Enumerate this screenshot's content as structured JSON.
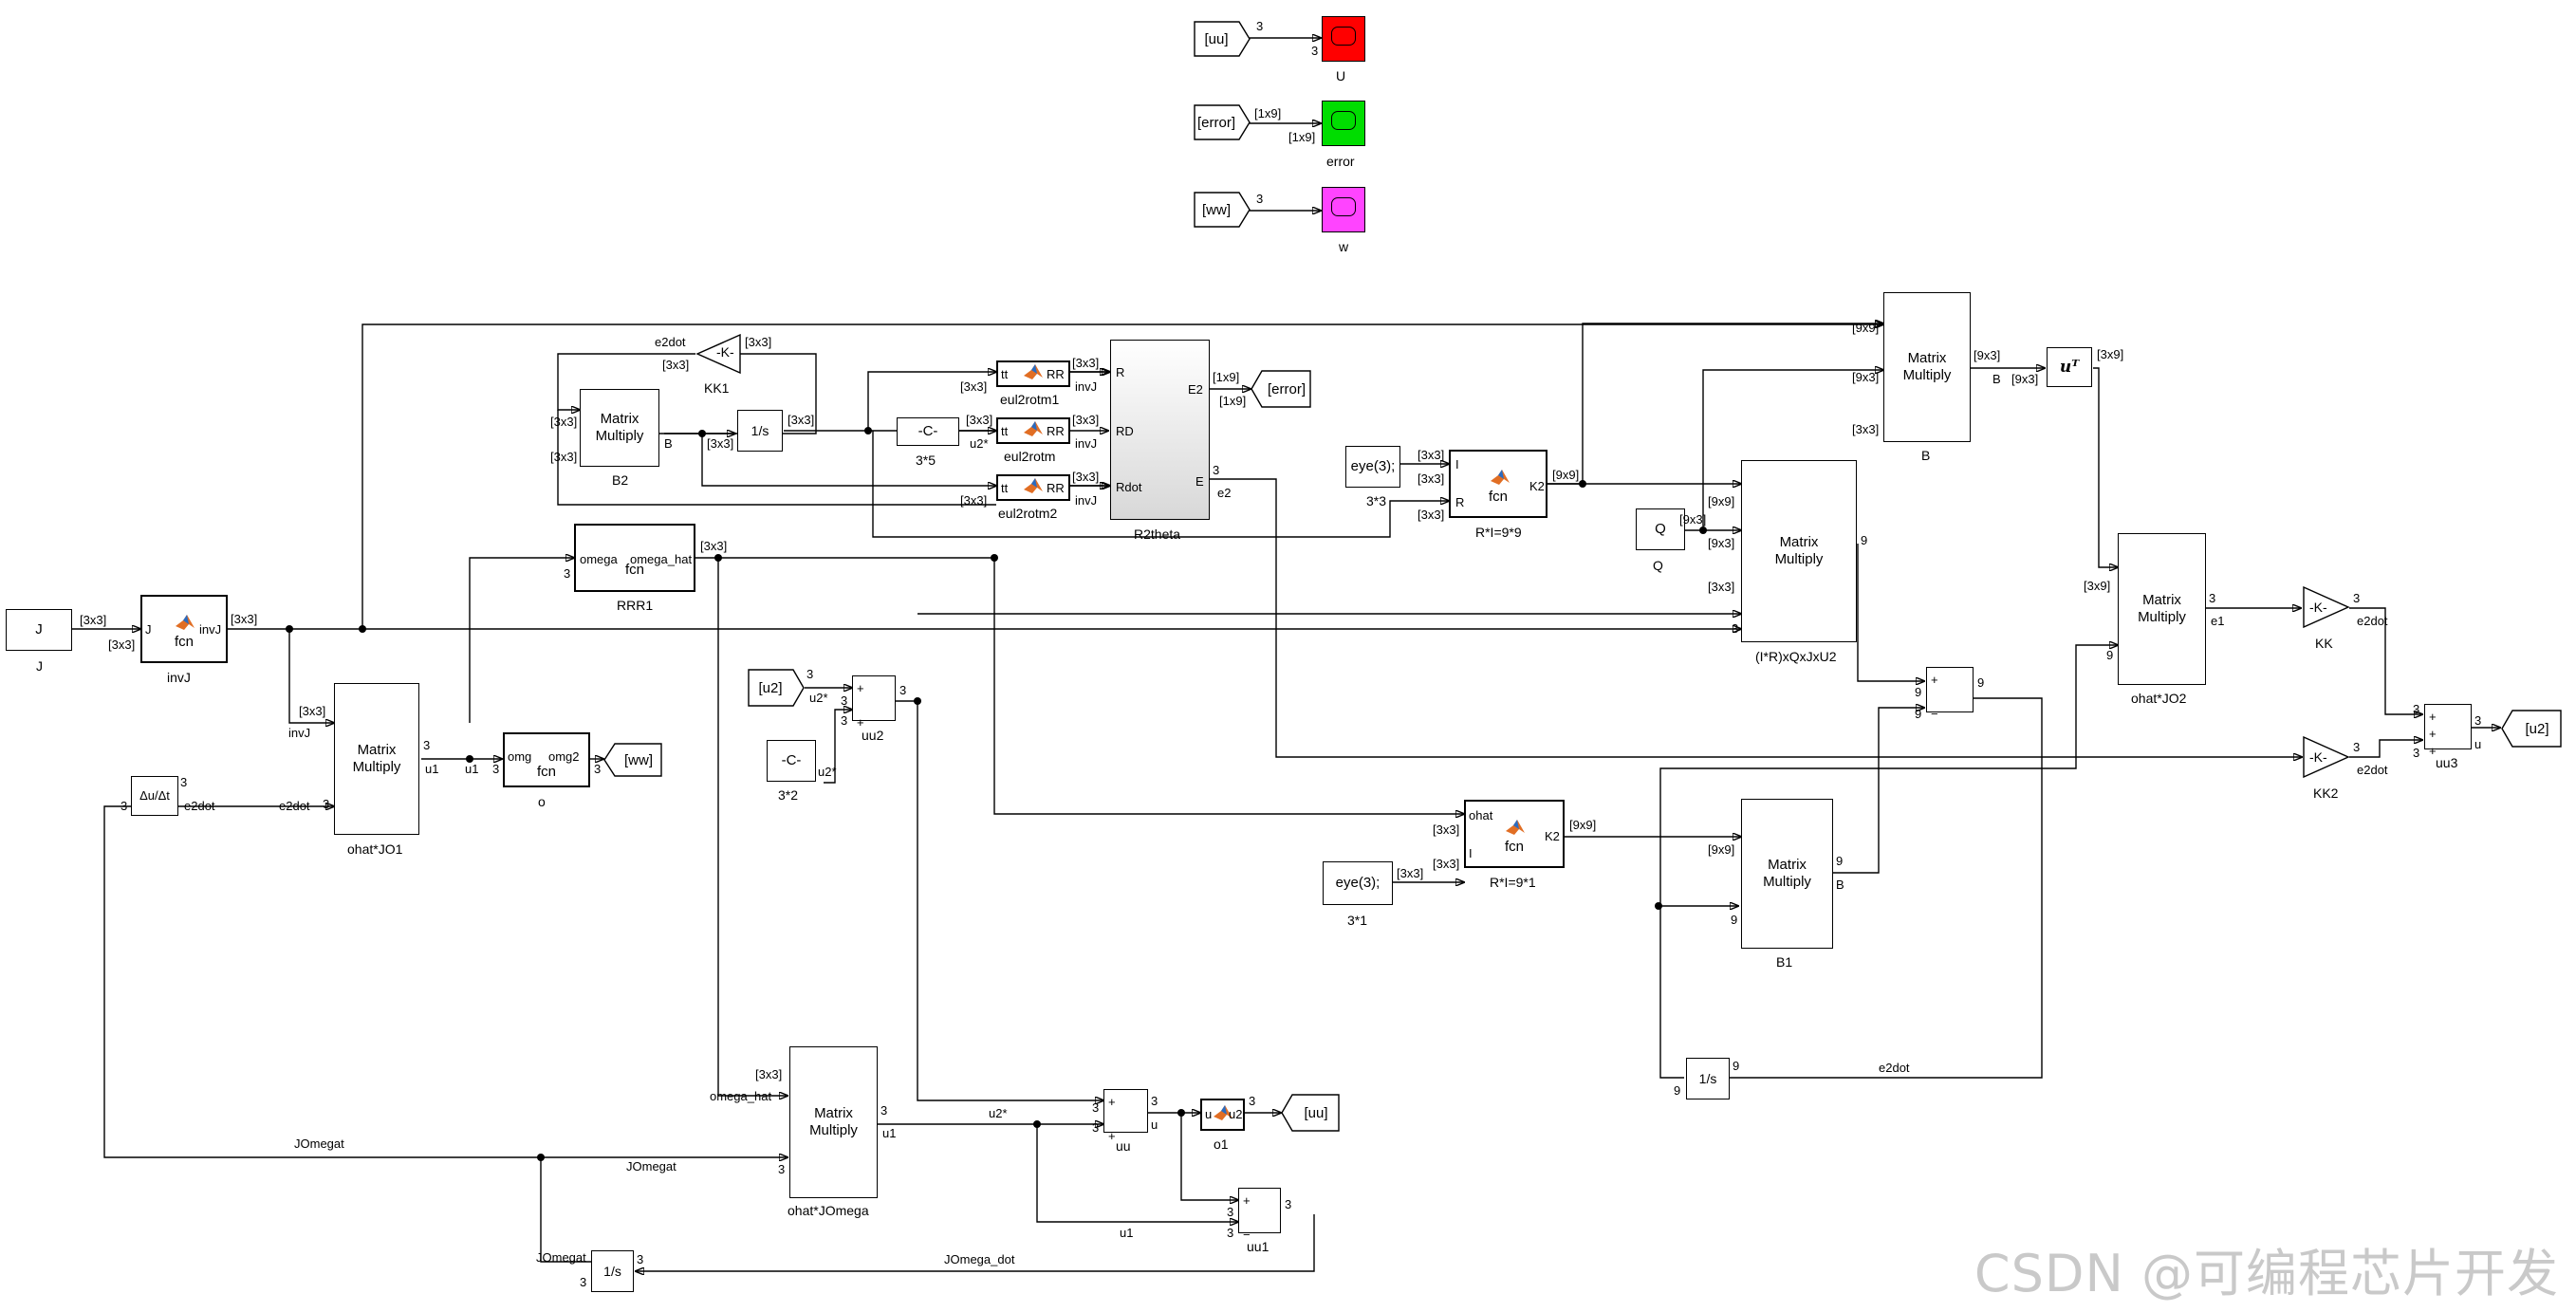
{
  "scopes": [
    {
      "id": "U",
      "name": "U",
      "input": "[uu]",
      "dim_in": "3",
      "dim_port": "3",
      "color": "#ff0000"
    },
    {
      "id": "error",
      "name": "error",
      "input": "[error]",
      "dim_in": "[1x9]",
      "dim_port": "[1x9]",
      "color": "#00dd00"
    },
    {
      "id": "w",
      "name": "w",
      "input": "[ww]",
      "dim_in": "3",
      "dim_port": "",
      "color": "#ff44ff"
    }
  ],
  "blocks": {
    "J_const": {
      "text": "J",
      "name": "J"
    },
    "invJ": {
      "text": "fcn",
      "name": "invJ",
      "in_port": "J",
      "out_port": "invJ"
    },
    "B2": {
      "text": "Matrix\nMultiply",
      "name": "B2",
      "out_port": "B"
    },
    "KK1": {
      "text": "-K-",
      "name": "KK1"
    },
    "int1": {
      "text": "1/s"
    },
    "eul2rotm1": {
      "name": "eul2rotm1",
      "in_port": "tt",
      "out_port": "RR",
      "sub_port": "invJ"
    },
    "eul2rotm": {
      "name": "eul2rotm",
      "in_port": "tt",
      "out_port": "RR",
      "sub_port": "invJ"
    },
    "eul2rotm2": {
      "name": "eul2rotm2",
      "in_port": "tt",
      "out_port": "RR",
      "sub_port": "invJ"
    },
    "c35": {
      "text": "-C-",
      "name": "3*5"
    },
    "R2theta": {
      "name": "R2theta",
      "ports_in": [
        "R",
        "RD",
        "Rdot"
      ],
      "ports_out": [
        "E2",
        "E"
      ]
    },
    "RRR1": {
      "name": "RRR1",
      "in_port": "omega",
      "out_port": "omega_hat",
      "text": "fcn"
    },
    "eye33": {
      "text": "eye(3);",
      "name": "3*3"
    },
    "RI99": {
      "name": "R*I=9*9",
      "in_ports": [
        "I",
        "R"
      ],
      "out_port": "K2",
      "text": "fcn"
    },
    "Q": {
      "text": "Q",
      "name": "Q"
    },
    "IRxQ": {
      "text": "Matrix\nMultiply",
      "name": "(I*R)xQxJxU2"
    },
    "B": {
      "text": "Matrix\nMultiply",
      "name": "B",
      "out_port": "B"
    },
    "uT": {
      "text": "uᵀ"
    },
    "ohatJO2": {
      "text": "Matrix\nMultiply",
      "name": "ohat*JO2",
      "out_port": "e1"
    },
    "KK": {
      "text": "-K-",
      "name": "KK"
    },
    "KK2": {
      "text": "-K-",
      "name": "KK2"
    },
    "uu3": {
      "name": "uu3",
      "out_port": "u"
    },
    "ohatJO1": {
      "text": "Matrix\nMultiply",
      "name": "ohat*JO1",
      "out_port": "u1"
    },
    "deriv": {
      "text": "Δu/Δt"
    },
    "o": {
      "name": "o",
      "in_port": "omg",
      "out_port": "omg2",
      "text": "fcn"
    },
    "uu2": {
      "name": "uu2"
    },
    "c32": {
      "text": "-C-",
      "name": "3*2"
    },
    "RI91": {
      "name": "R*I=9*1",
      "in_ports": [
        "ohat",
        "I"
      ],
      "out_port": "K2",
      "text": "fcn"
    },
    "eye31": {
      "text": "eye(3);",
      "name": "3*1"
    },
    "B1": {
      "text": "Matrix\nMultiply",
      "name": "B1",
      "out_port": "B"
    },
    "sum9": {
      "name": ""
    },
    "int9": {
      "text": "1/s"
    },
    "ohatJOmega": {
      "text": "Matrix\nMultiply",
      "name": "ohat*JOmega",
      "out_port": "u1",
      "in_port": "omega_hat"
    },
    "uu": {
      "name": "uu",
      "out_port": "u"
    },
    "o1": {
      "name": "o1",
      "in_port": "u",
      "out_port": "u2"
    },
    "uu1": {
      "name": "uu1"
    },
    "intJ": {
      "text": "1/s",
      "in_label": "JOmegat"
    }
  },
  "goto_tags": {
    "error": "[error]",
    "ww": "[ww]",
    "uu": "[uu]",
    "u2": "[u2]",
    "u2_from": "[u2]"
  },
  "signals": {
    "e2dot": "e2dot",
    "invJ": "invJ",
    "u1": "u1",
    "u2star": "u2*",
    "omega_hat": "omega_hat",
    "JOmegat": "JOmegat",
    "JOmega_dot": "JOmega_dot",
    "e2": "e2",
    "u": "u"
  },
  "dims": {
    "d3x3": "[3x3]",
    "d9x9": "[9x9]",
    "d9x3": "[9x3]",
    "d3x9": "[3x9]",
    "d1x9": "[1x9]",
    "d3": "3",
    "d9": "9"
  },
  "watermark": "CSDN @可编程芯片开发"
}
